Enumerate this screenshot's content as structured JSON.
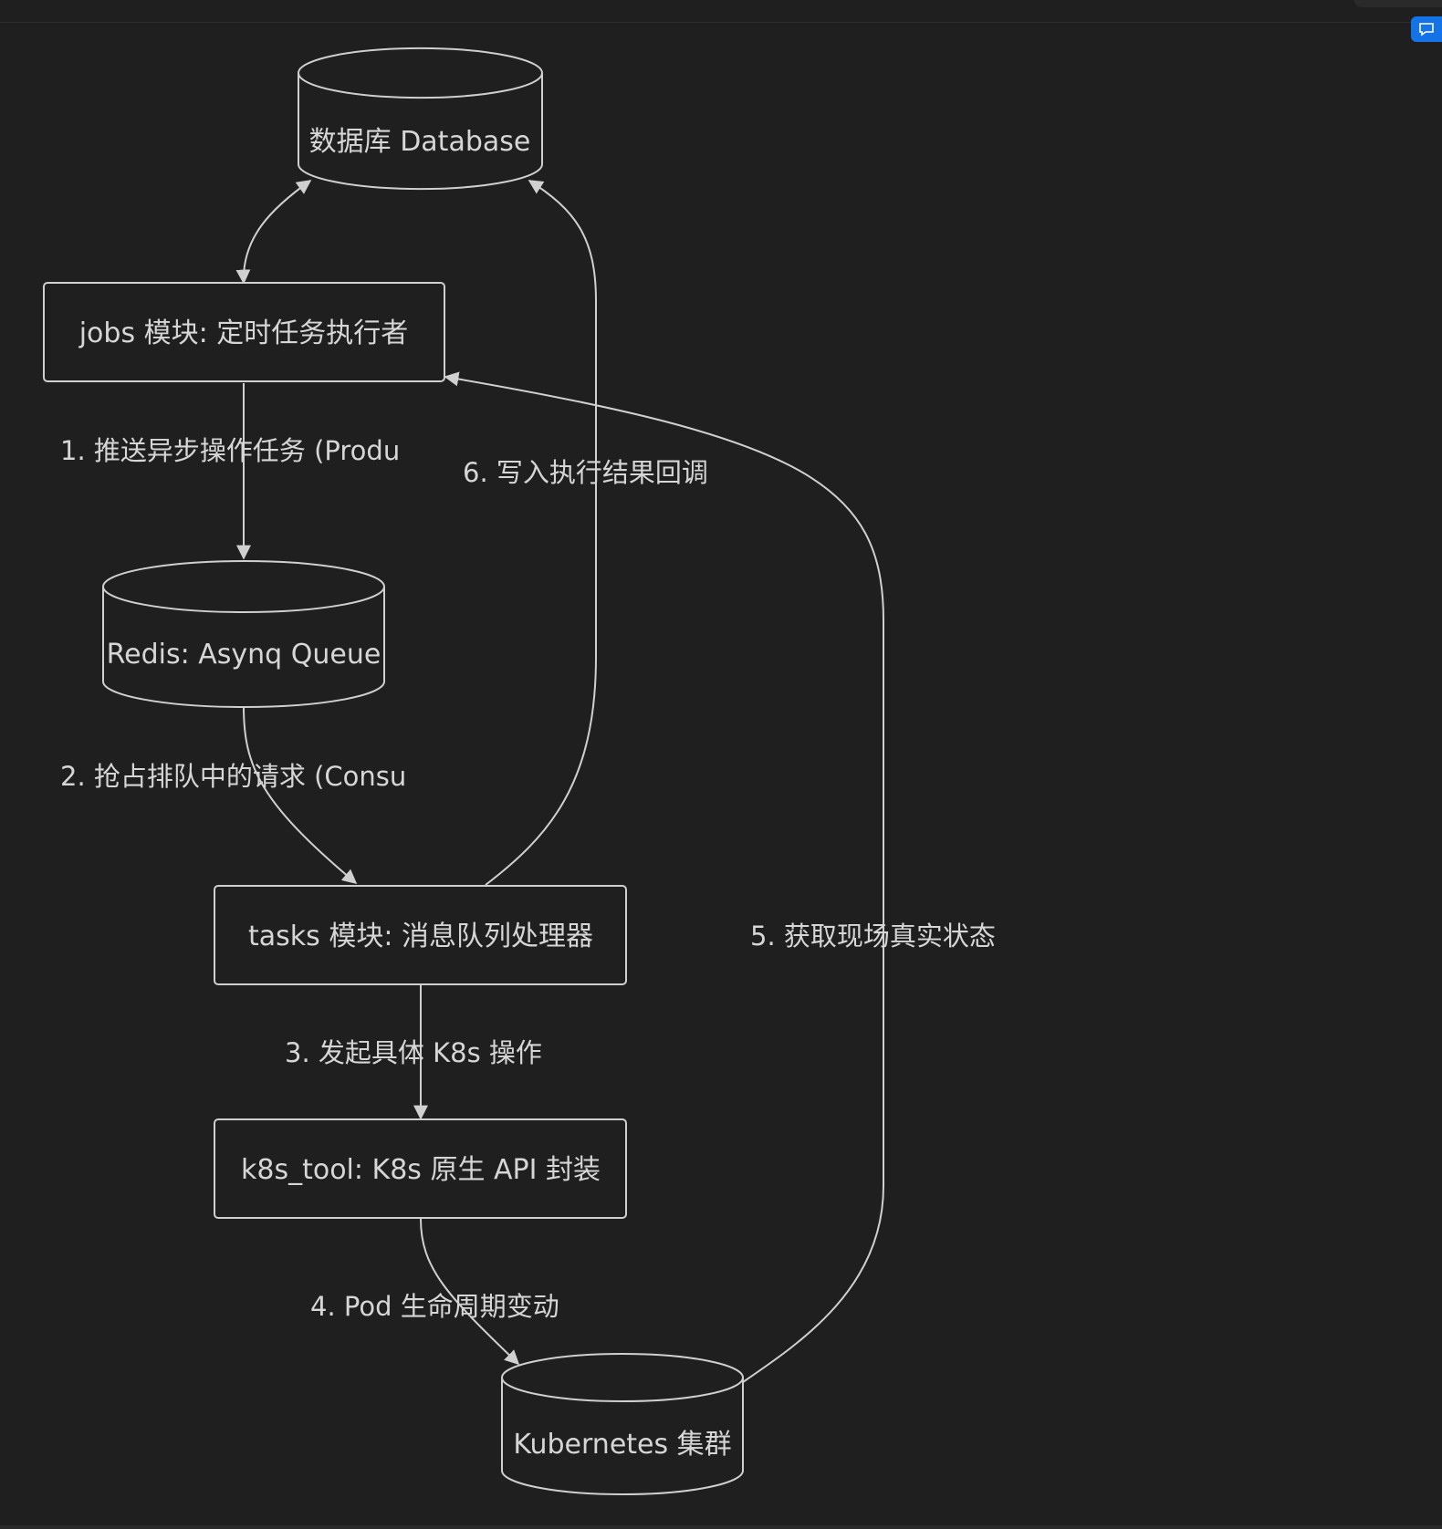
{
  "diagram": {
    "nodes": {
      "database": {
        "label": "数据库 Database"
      },
      "jobs": {
        "label": "jobs 模块: 定时任务执行者"
      },
      "redis": {
        "label": "Redis: Asynq Queue"
      },
      "tasks": {
        "label": "tasks 模块: 消息队列处理器"
      },
      "k8s_tool": {
        "label": "k8s_tool: K8s 原生 API 封装"
      },
      "kubernetes": {
        "label": "Kubernetes 集群"
      }
    },
    "edges": {
      "e1": {
        "label": "1. 推送异步操作任务 (Produ"
      },
      "e2": {
        "label": "2. 抢占排队中的请求 (Consu"
      },
      "e3": {
        "label": "3. 发起具体 K8s 操作"
      },
      "e4": {
        "label": "4. Pod 生命周期变动"
      },
      "e5": {
        "label": "5. 获取现场真实状态"
      },
      "e6": {
        "label": "6. 写入执行结果回调"
      }
    }
  },
  "colors": {
    "background": "#1f1f1f",
    "stroke": "#cfcfcf",
    "text": "#d6d6d6",
    "accent": "#1473e6"
  },
  "icons": {
    "corner": "comment-icon"
  }
}
